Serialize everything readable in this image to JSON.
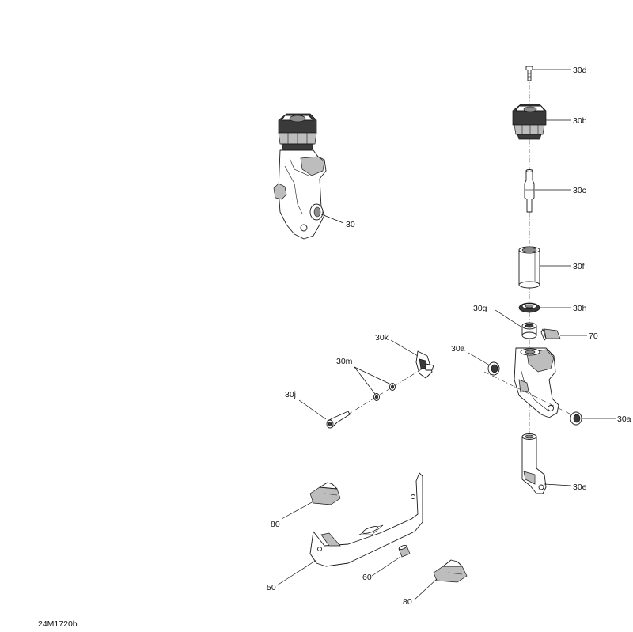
{
  "diagram": {
    "code": "24M1720b",
    "callouts": {
      "c30": "30",
      "c30d": "30d",
      "c30b": "30b",
      "c30c": "30c",
      "c30f": "30f",
      "c30g": "30g",
      "c30h": "30h",
      "c70": "70",
      "c30k": "30k",
      "c30a_left": "30a",
      "c30a_right": "30a",
      "c30m": "30m",
      "c30j": "30j",
      "c30e": "30e",
      "c80_top": "80",
      "c50": "50",
      "c60": "60",
      "c80_bottom": "80"
    }
  }
}
